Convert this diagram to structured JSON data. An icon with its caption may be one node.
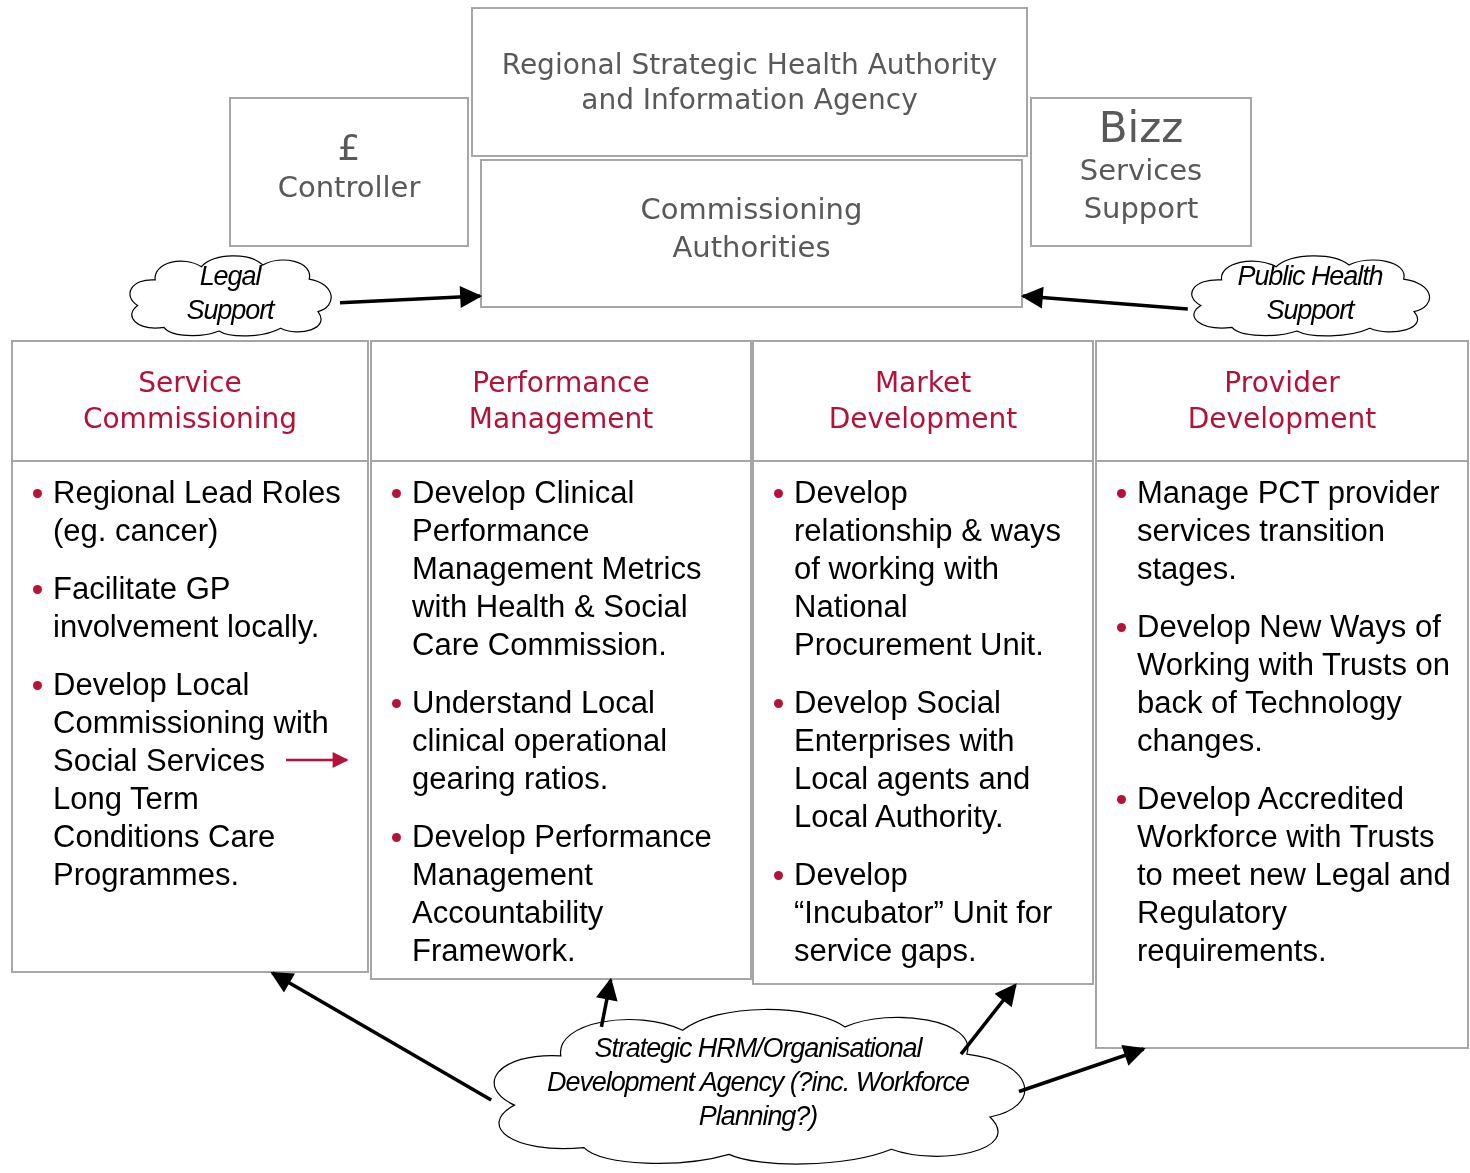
{
  "diagram": {
    "nodes": [
      {
        "text": [
          "Commissioning Authorities"
        ]
      },
      {
        "text": [
          "£",
          "Controller"
        ]
      },
      {
        "text": [
          "Regional Strategic Health Authority and Information Agency"
        ]
      },
      {
        "text": [
          "Bizz",
          "Services Support"
        ]
      },
      {
        "text": [
          "Legal Support"
        ]
      },
      {
        "text": [
          "Public Health Support"
        ]
      },
      {
        "text": [
          "Service Commissioning",
          "Regional Lead Roles (eg. cancer)",
          "Facilitate GP involvement locally.",
          "Develop Local Commissioning with Social Services Long Term Conditions Care Programmes."
        ]
      },
      {
        "text": [
          "Performance Management",
          "Develop Clinical Performance Management Metrics with Health & Social Care Commission.",
          "Understand Local clinical operational gearing ratios.",
          "Develop Performance Management Accountability Framework."
        ]
      },
      {
        "text": [
          "Market Development",
          "Develop relationship & ways of working with National Procurement Unit.",
          "Develop Social Enterprises with Local agents and Local Authority.",
          "Develop “Incubator” Unit for service gaps."
        ]
      },
      {
        "text": [
          "Provider Development",
          "Manage PCT provider services transition stages.",
          "Develop New Ways of Working with Trusts on back of Technology changes.",
          "Develop Accredited Workforce with Trusts to meet new Legal and Regulatory requirements."
        ]
      },
      {
        "text": [
          "Strategic HRM/Organisational Development Agency (?inc. Workforce Planning?)"
        ]
      }
    ],
    "edges": [
      {
        "from": 4,
        "to": 0,
        "arrow": "to"
      },
      {
        "from": 5,
        "to": 0,
        "arrow": "to"
      },
      {
        "from": 10,
        "to": 6,
        "arrow": "to"
      },
      {
        "from": 10,
        "to": 7,
        "arrow": "to"
      },
      {
        "from": 10,
        "to": 8,
        "arrow": "to"
      },
      {
        "from": 10,
        "to": 9,
        "arrow": "to"
      }
    ]
  }
}
